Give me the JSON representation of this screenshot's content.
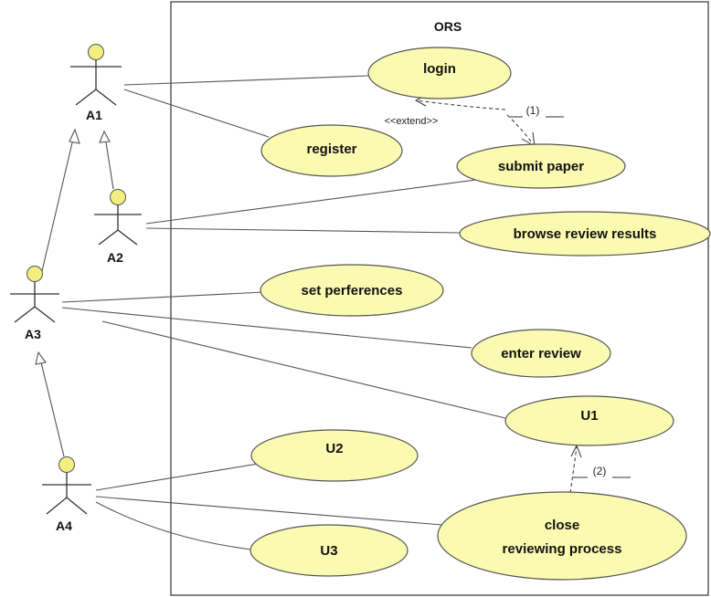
{
  "system": {
    "name": "ORS"
  },
  "actors": {
    "a1": "A1",
    "a2": "A2",
    "a3": "A3",
    "a4": "A4"
  },
  "use_cases": {
    "login": "login",
    "register": "register",
    "submit_paper": "submit paper",
    "browse_review_results": "browse review results",
    "set_preferences": "set perferences",
    "enter_review": "enter review",
    "u1": "U1",
    "u2": "U2",
    "u3": "U3",
    "close_reviewing_process_line1": "close",
    "close_reviewing_process_line2": "reviewing process"
  },
  "relations": {
    "extend_label": "<<extend>>",
    "dependency_1": "(1)",
    "dependency_2": "(2)"
  }
}
